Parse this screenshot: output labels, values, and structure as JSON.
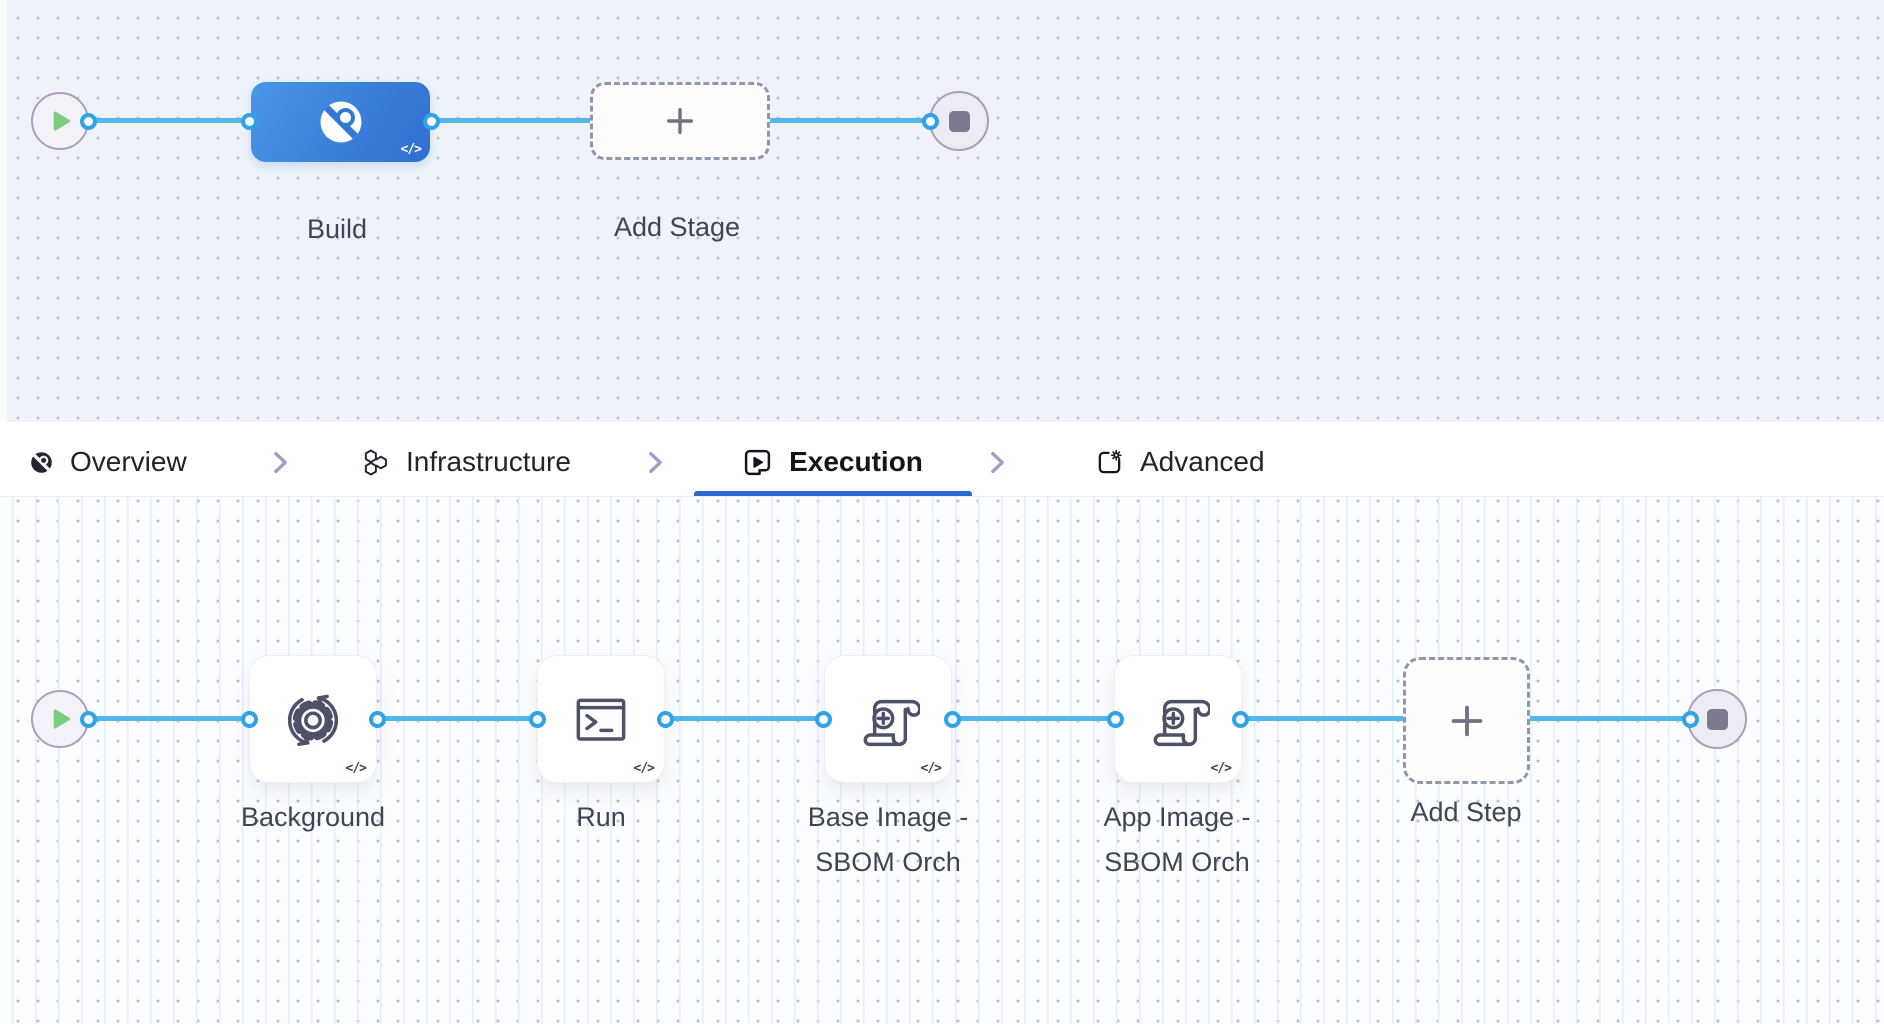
{
  "colors": {
    "connector_blue": "#55b6ea",
    "port_blue": "#2fa3e8",
    "stage_node_blue": "#3a80d9",
    "active_tab_underline": "#2b69d1",
    "play_green": "#7ccd7d",
    "canvas_top_bg": "#edf3f9",
    "canvas_bottom_bg": "#fcfdff"
  },
  "canvas_top": {
    "start_node_icon": "play-icon",
    "end_node_icon": "stop-icon",
    "stage": {
      "label": "Build",
      "icon": "ci-build-icon",
      "code_badge": "</>"
    },
    "add_stage": {
      "label": "Add Stage",
      "icon": "plus-icon"
    }
  },
  "tabbar": {
    "separator_icon": "chevron-right-icon",
    "tabs": [
      {
        "label": "Overview",
        "icon": "ci-build-icon",
        "active": false
      },
      {
        "label": "Infrastructure",
        "icon": "hexagons-icon",
        "active": false
      },
      {
        "label": "Execution",
        "icon": "play-square-icon",
        "active": true
      },
      {
        "label": "Advanced",
        "icon": "square-gear-icon",
        "active": false
      }
    ]
  },
  "canvas_bottom": {
    "start_node_icon": "play-icon",
    "end_node_icon": "stop-icon",
    "steps": [
      {
        "label": "Background",
        "icon": "gear-sync-icon",
        "code_badge": "</>"
      },
      {
        "label": "Run",
        "icon": "terminal-icon",
        "code_badge": "</>"
      },
      {
        "label": "Base Image - SBOM Orch",
        "icon": "scroll-plus-icon",
        "code_badge": "</>"
      },
      {
        "label": "App Image - SBOM Orch",
        "icon": "scroll-plus-icon",
        "code_badge": "</>"
      }
    ],
    "add_step": {
      "label": "Add Step",
      "icon": "plus-icon"
    }
  }
}
